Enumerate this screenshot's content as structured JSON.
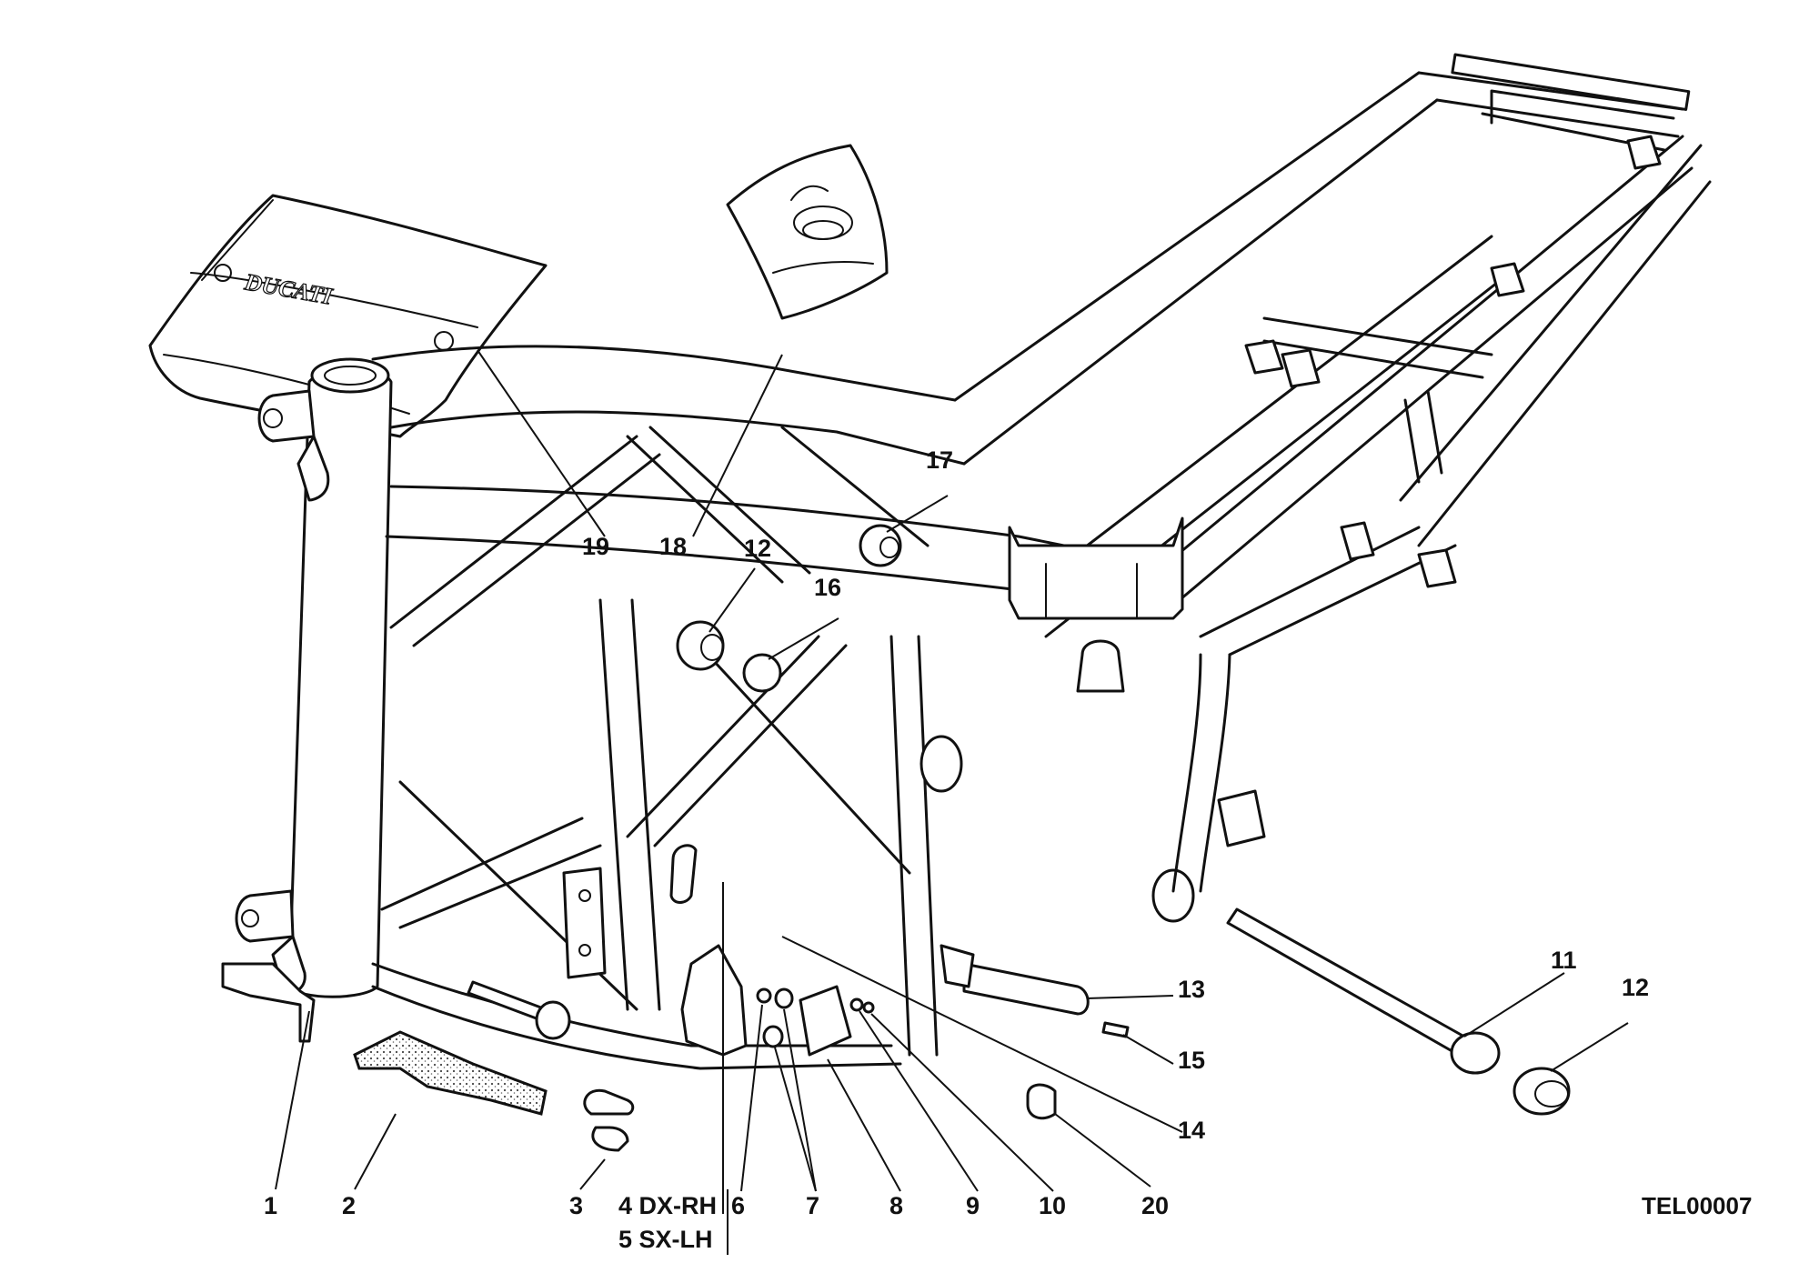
{
  "diagram": {
    "logo_text": "DUCATI",
    "drawing_code": "TEL00007",
    "callouts": [
      {
        "id": "c1",
        "label": "1"
      },
      {
        "id": "c2",
        "label": "2"
      },
      {
        "id": "c3",
        "label": "3"
      },
      {
        "id": "c4",
        "label": "4 DX-RH"
      },
      {
        "id": "c5",
        "label": "5 SX-LH"
      },
      {
        "id": "c6",
        "label": "6"
      },
      {
        "id": "c7",
        "label": "7"
      },
      {
        "id": "c8",
        "label": "8"
      },
      {
        "id": "c9",
        "label": "9"
      },
      {
        "id": "c10",
        "label": "10"
      },
      {
        "id": "c11",
        "label": "11"
      },
      {
        "id": "c12a",
        "label": "12"
      },
      {
        "id": "c12b",
        "label": "12"
      },
      {
        "id": "c13",
        "label": "13"
      },
      {
        "id": "c14",
        "label": "14"
      },
      {
        "id": "c15",
        "label": "15"
      },
      {
        "id": "c16",
        "label": "16"
      },
      {
        "id": "c17",
        "label": "17"
      },
      {
        "id": "c18",
        "label": "18"
      },
      {
        "id": "c19",
        "label": "19"
      },
      {
        "id": "c20",
        "label": "20"
      }
    ]
  }
}
